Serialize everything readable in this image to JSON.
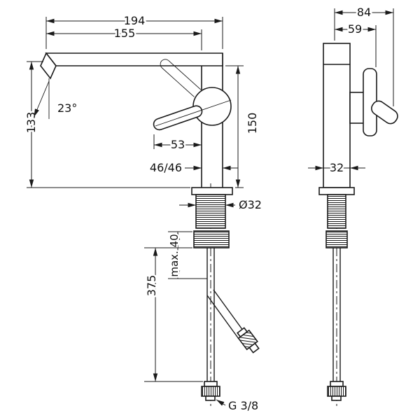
{
  "drawing": {
    "front_view": {
      "dim_width_total": "194",
      "dim_width_spout": "155",
      "angle_spout": "23°",
      "dim_height_outlet": "133",
      "dim_height_spout": "150",
      "dim_handle": "53",
      "dim_base": "46/46",
      "dim_shank_diameter": "Ø32",
      "dim_mounting_max": "max. 40",
      "dim_hose_length": "375",
      "thread_label": "G 3/8"
    },
    "side_view": {
      "dim_depth_total": "84",
      "dim_depth_front": "59",
      "dim_body_width": "32"
    },
    "colors": {
      "line": "#1a1a1a",
      "background": "#ffffff"
    }
  }
}
